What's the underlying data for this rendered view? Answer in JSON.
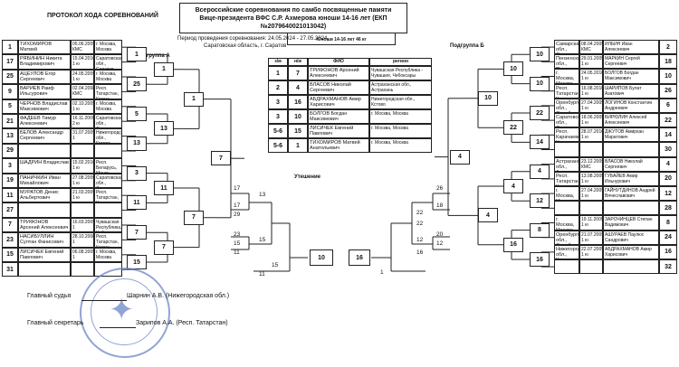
{
  "header": {
    "protocol_title": "ПРОТОКОЛ ХОДА СОРЕВНОВАНИЙ",
    "event_title": "Всероссийские соревнования по самбо посвященные памяти Вице-президента ВФС С.Р. Ахмерова юноши 14-16 лет (ЕКП №2079640021013042)",
    "period": "Период проведения соревнования: 24.05.2024 - 27.05.2024.",
    "location": "Саратовская область, г. Саратов",
    "category": "Юноши 14-16 лет 46 кг",
    "subgroup_a": "Подгруппа А",
    "subgroup_b": "Подгруппа Б",
    "consolation": "Утешение"
  },
  "results_table": {
    "headers": [
      "з/м",
      "н/ж",
      "ФИО",
      "регион"
    ],
    "rows": [
      {
        "place": "1",
        "num": "7",
        "name": "ТРИФОНОВ Арсений Алексеевич",
        "region": "Чувашская Республика - Чувашия, Чебоксары"
      },
      {
        "place": "2",
        "num": "4",
        "name": "ВЛАСОВ Николай Сергеевич",
        "region": "Астраханская обл., Астрахань"
      },
      {
        "place": "3",
        "num": "16",
        "name": "АБДРАХМАНОВ Амир Харисович",
        "region": "Нижегородская обл., Кстово"
      },
      {
        "place": "3",
        "num": "10",
        "name": "БОЛГОВ Богдан Максимович",
        "region": "г. Москва, Москва"
      },
      {
        "place": "5-6",
        "num": "15",
        "name": "ЛИСИЧЕК Евгений Павлович",
        "region": "г. Москва, Москва"
      },
      {
        "place": "5-6",
        "num": "1",
        "name": "ТИХОМИРОВ Матвей Анатольевич",
        "region": "г. Москва, Москва"
      }
    ]
  },
  "left_athletes": [
    {
      "num": "1",
      "name": "ТИХОМИРОВ Матвей",
      "dob": "05.06.2009 КМС",
      "region": "г. Москва, Москва"
    },
    {
      "num": "17",
      "name": "РЯБИНИН Никита Владимирович",
      "dob": "15.04.2010 1 ю",
      "region": "Саратовская обл., Саратов"
    },
    {
      "num": "25",
      "name": "АЦЕУЛОВ Егор Сергеевич",
      "dob": "24.05.2009 1 ю",
      "region": "г. Москва, Москва"
    },
    {
      "num": "9",
      "name": "ВАРИЕВ Раиф Ильсурович",
      "dob": "02.04.2008 КМС",
      "region": "Респ. Татарстан, Казань"
    },
    {
      "num": "5",
      "name": "ЧЕРНОВ Владислав Максимович",
      "dob": "02.10.2009 1 ю",
      "region": "г. Москва, Москва"
    },
    {
      "num": "21",
      "name": "ФАДЕЕВ Тимур Алексеевич",
      "dob": "16.11.2009 2 ю",
      "region": "Саратовская обл., Саратов"
    },
    {
      "num": "13",
      "name": "БЕЛОВ Александр Сергеевич",
      "dob": "31.07.2009 1",
      "region": "Нижегородская обл., Кстово"
    },
    {
      "num": "29",
      "name": "",
      "dob": "",
      "region": ""
    },
    {
      "num": "3",
      "name": "ШАДРИН Владислав",
      "dob": "15.02.2010 1 ю",
      "region": "Респ. Беларусь, Минск"
    },
    {
      "num": "19",
      "name": "ПАНИЧКИН Иван Михайлович",
      "dob": "27.08.2009 1 ю",
      "region": "Саратовская обл., Саратов"
    },
    {
      "num": "11",
      "name": "МУРАТОВ Денис Альбертович",
      "dob": "21.03.2009 1 ю",
      "region": "Респ. Татарстан, Казань"
    },
    {
      "num": "27",
      "name": "",
      "dob": "",
      "region": ""
    },
    {
      "num": "7",
      "name": "ТРИФОНОВ Арсений Алексеевич",
      "dob": "16.03.2009 1",
      "region": "Чувашская Республика, Чебоксары"
    },
    {
      "num": "23",
      "name": "НАСИБУЛЛИН Султан Фанисович",
      "dob": "28.10.2008 1",
      "region": "Респ. Татарстан, Казань"
    },
    {
      "num": "15",
      "name": "ЛИСИЧЕК Евгений Павлович",
      "dob": "06.08.2009 1",
      "region": "г. Москва, Москва"
    },
    {
      "num": "31",
      "name": "",
      "dob": "",
      "region": ""
    }
  ],
  "right_athletes": [
    {
      "num": "18",
      "region": "Самарская обл., Самара",
      "dob": "08.04.2009 КМС",
      "name": "ИЛЬИН Иван Алексеевич",
      "seed": "2"
    },
    {
      "num": "10",
      "region": "Пензенская обл., Пенза",
      "dob": "29.01.2009 1 ю",
      "name": "МАРКИН Сергей Сергеевич",
      "seed": "18"
    },
    {
      "num": "26",
      "region": "г. Москва, Москва",
      "dob": "24.05.2010 1 ю",
      "name": "БОЛГОВ Богдан Максимович",
      "seed": "10"
    },
    {
      "num": "",
      "region": "Респ. Татарстан, Казань",
      "dob": "16.08.2010 1 ю",
      "name": "ШАРИПОВ Булат Азатович",
      "seed": "26"
    },
    {
      "num": "22",
      "region": "Оренбургская обл., Оренбург",
      "dob": "27.04.2009 1 ю",
      "name": "ЛОГИНОВ Константин Андреевич",
      "seed": "6"
    },
    {
      "num": "14",
      "region": "Саратовская обл., Саратов",
      "dob": "18.06.2009 1 ю",
      "name": "БИРЮЛИН Алексей Алексеевич",
      "seed": "22"
    },
    {
      "num": "",
      "region": "Респ. Карачаево-Черкесская",
      "dob": "28.07.2010 1 ю",
      "name": "ДЖУТОВ Амирхан Маратович",
      "seed": "14"
    },
    {
      "num": "",
      "region": "",
      "dob": "",
      "name": "",
      "seed": "30"
    },
    {
      "num": "4",
      "region": "Астраханская обл., Астрахань",
      "dob": "23.12.2009 КМС",
      "name": "ВЛАСОВ Николай Сергеевич",
      "seed": "4"
    },
    {
      "num": "20",
      "region": "Респ. Татарстан, Казань",
      "dob": "13.08.2009 1 ю",
      "name": "ГУБАЙЕВ Амир Ильнурович",
      "seed": "20"
    },
    {
      "num": "12",
      "region": "г. Москва, Москва",
      "dob": "27.04.2009 1 ю",
      "name": "ГАЙНУТДИНОВ Андрей Вячеславович",
      "seed": "12"
    },
    {
      "num": "",
      "region": "",
      "dob": "",
      "name": "",
      "seed": "28"
    },
    {
      "num": "8",
      "region": "г. Москва, Москва",
      "dob": "19.11.2009 1 ю",
      "name": "ЗАРОЧИНЦЕВ Степан Вадимович",
      "seed": "8"
    },
    {
      "num": "24",
      "region": "Оренбургская обл., Оренбург",
      "dob": "21.07.2009 1 ю",
      "name": "АШУРАЕВ Паулюс Сандрович",
      "seed": "24"
    },
    {
      "num": "16",
      "region": "Нижегородская обл., Кстово",
      "dob": "22.07.2009 1 ю",
      "name": "АБДРАХМАНОВ Амир Харисович",
      "seed": "16"
    },
    {
      "num": "",
      "region": "",
      "dob": "",
      "name": "",
      "seed": "32"
    }
  ],
  "bracket_labels": {
    "a_r1": [
      "1",
      "25",
      "5",
      "13",
      "3",
      "11",
      "7",
      "15"
    ],
    "a_r2": [
      "1",
      "13",
      "11",
      "7"
    ],
    "a_r3": [
      "1",
      "7"
    ],
    "a_final": "7",
    "b_r1": [
      "10",
      "10",
      "22",
      "14",
      "4",
      "12",
      "8",
      "16"
    ],
    "b_r2": [
      "10",
      "22",
      "4",
      "16"
    ],
    "b_r3": [
      "10",
      "4"
    ],
    "b_final": "4",
    "cons_left": [
      "17",
      "17",
      "29",
      "13",
      "23",
      "15",
      "11",
      "15",
      "15",
      "11",
      "10"
    ],
    "cons_right": [
      "26",
      "18",
      "22",
      "22",
      "20",
      "12",
      "12",
      "16",
      "1",
      "16"
    ]
  },
  "footer": {
    "judge_label": "Главный судья",
    "judge_name": "Шарнин А.В. (Нижегородская обл.)",
    "secretary_label": "Главный секретарь",
    "secretary_name": "Зарипов А.А. (Респ. Татарстан)"
  }
}
